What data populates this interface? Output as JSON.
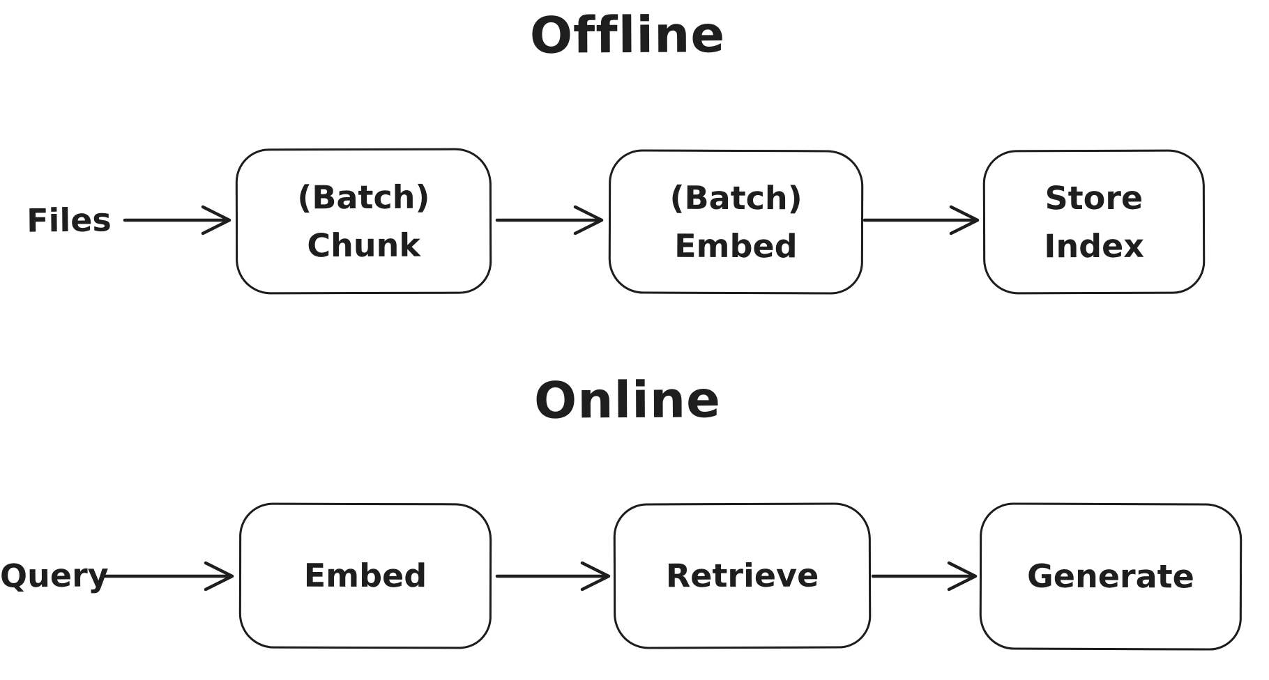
{
  "colors": {
    "stroke": "#1e1e1e",
    "background": "#ffffff"
  },
  "offline": {
    "title": "Offline",
    "input_label": "Files",
    "nodes": {
      "chunk": "(Batch)\nChunk",
      "embed": "(Batch)\nEmbed",
      "store": "Store\nIndex"
    },
    "edges": [
      {
        "from": "Files",
        "to": "(Batch) Chunk"
      },
      {
        "from": "(Batch) Chunk",
        "to": "(Batch) Embed"
      },
      {
        "from": "(Batch) Embed",
        "to": "Store Index"
      }
    ]
  },
  "online": {
    "title": "Online",
    "input_label": "Query",
    "nodes": {
      "embed": "Embed",
      "retrieve": "Retrieve",
      "generate": "Generate"
    },
    "edges": [
      {
        "from": "Query",
        "to": "Embed"
      },
      {
        "from": "Embed",
        "to": "Retrieve"
      },
      {
        "from": "Retrieve",
        "to": "Generate"
      }
    ]
  }
}
